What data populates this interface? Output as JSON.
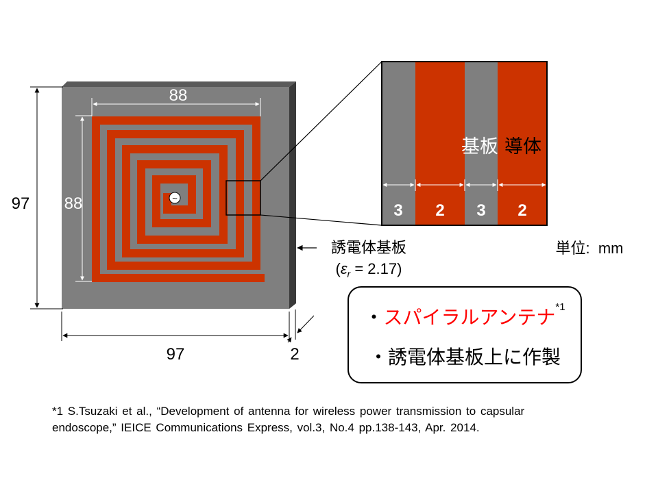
{
  "colors": {
    "substrate": "#7f7f7f",
    "substrate_side": "#3a3a3a",
    "conductor": "#cc3300",
    "dimension_line": "#ffffff",
    "highlight_text": "#ff0000"
  },
  "dimensions": {
    "spiral_width": "88",
    "spiral_height": "88",
    "board_height": "97",
    "board_width": "97",
    "board_thickness": "2"
  },
  "source_symbol": "~",
  "zoom_inset": {
    "substrate_label": "基板",
    "conductor_label": "導体",
    "strip_widths": [
      "3",
      "2",
      "3",
      "2"
    ]
  },
  "substrate_label": {
    "name": "誘電体基板",
    "permittivity_prefix": "(",
    "epsilon": "ε",
    "subscript": "r",
    "permittivity_value": " = 2.17)"
  },
  "unit_label": "単位:  mm",
  "info_box": {
    "bullet": "・",
    "line1_text": "スパイラルアンテナ",
    "line1_note": "*1",
    "line2_text": "誘電体基板上に作製"
  },
  "reference": {
    "line1": "*1 S.Tsuzaki et al., “Development of antenna for wireless power transmission to capsular",
    "line2": "endoscope,” IEICE Communications  Express, vol.3, No.4 pp.138-143, Apr. 2014."
  }
}
